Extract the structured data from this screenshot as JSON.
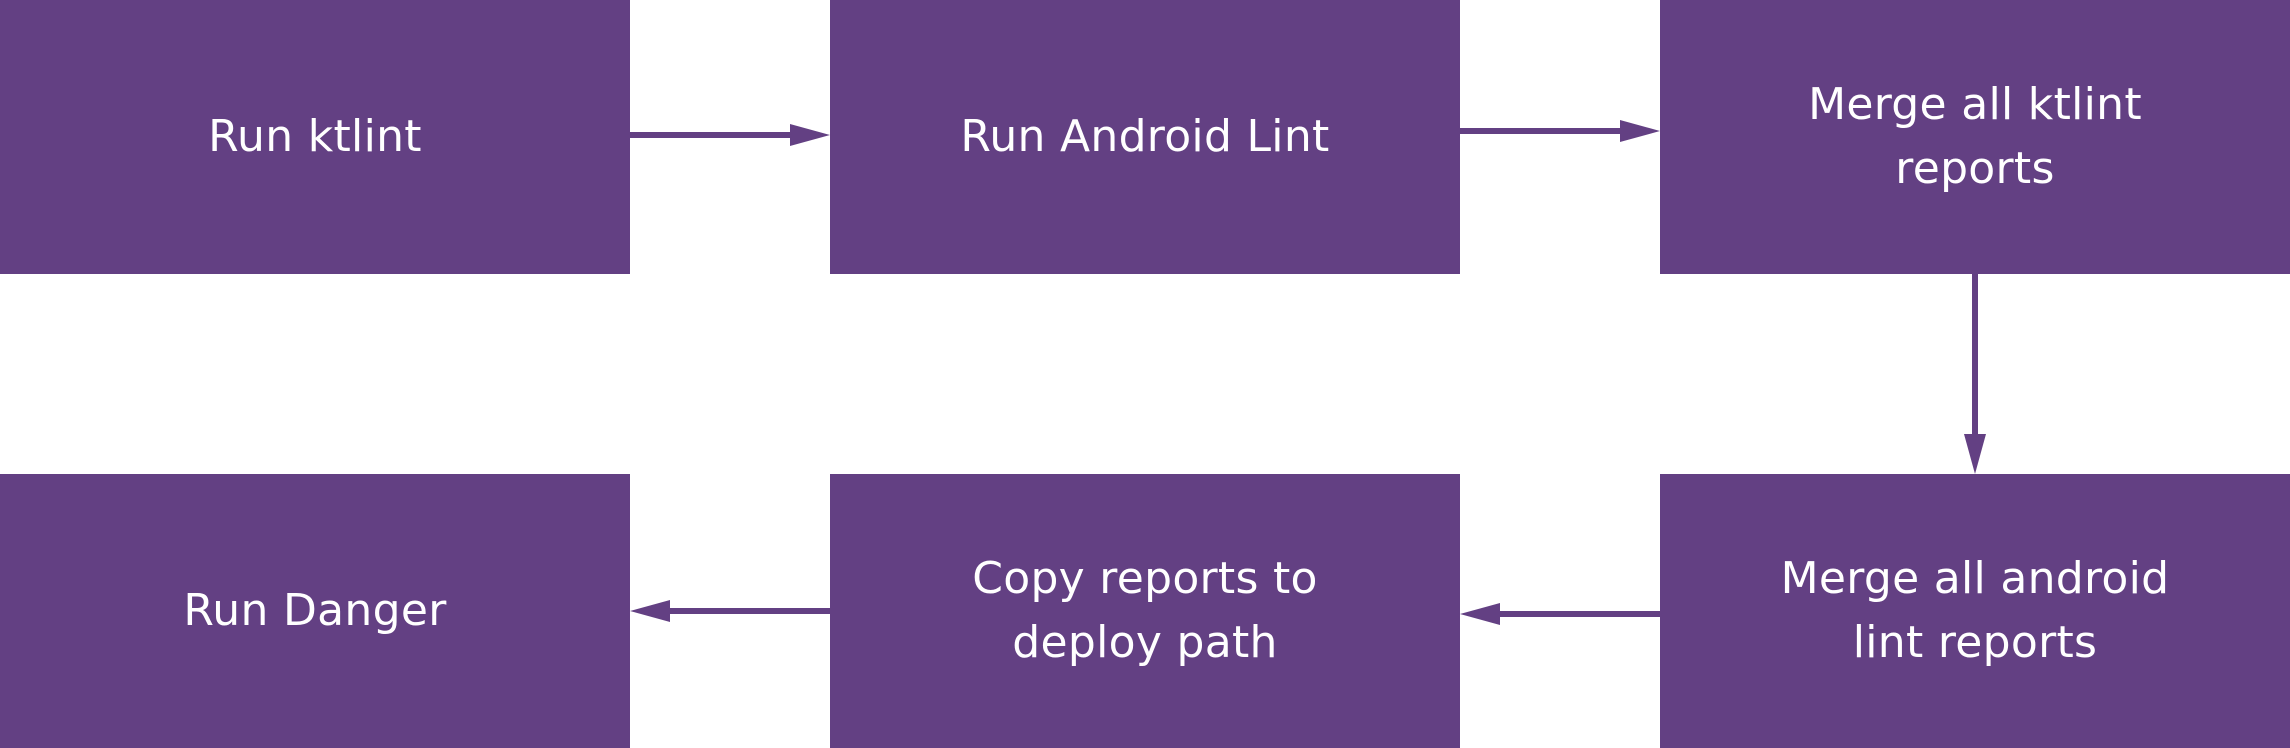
{
  "colors": {
    "node_fill": "#634083",
    "node_text": "#ffffff",
    "edge": "#634083",
    "background": "#ffffff"
  },
  "nodes": [
    {
      "id": "run-ktlint",
      "lines": [
        "Run ktlint"
      ]
    },
    {
      "id": "run-android-lint",
      "lines": [
        "Run Android Lint"
      ]
    },
    {
      "id": "merge-ktlint-reports",
      "lines": [
        "Merge all ktlint",
        "reports"
      ]
    },
    {
      "id": "merge-android-lint-reports",
      "lines": [
        "Merge all android",
        "lint reports"
      ]
    },
    {
      "id": "copy-reports",
      "lines": [
        "Copy reports to",
        "deploy path"
      ]
    },
    {
      "id": "run-danger",
      "lines": [
        "Run Danger"
      ]
    }
  ],
  "edges": [
    {
      "from": "run-ktlint",
      "to": "run-android-lint"
    },
    {
      "from": "run-android-lint",
      "to": "merge-ktlint-reports"
    },
    {
      "from": "merge-ktlint-reports",
      "to": "merge-android-lint-reports"
    },
    {
      "from": "merge-android-lint-reports",
      "to": "copy-reports"
    },
    {
      "from": "copy-reports",
      "to": "run-danger"
    }
  ]
}
